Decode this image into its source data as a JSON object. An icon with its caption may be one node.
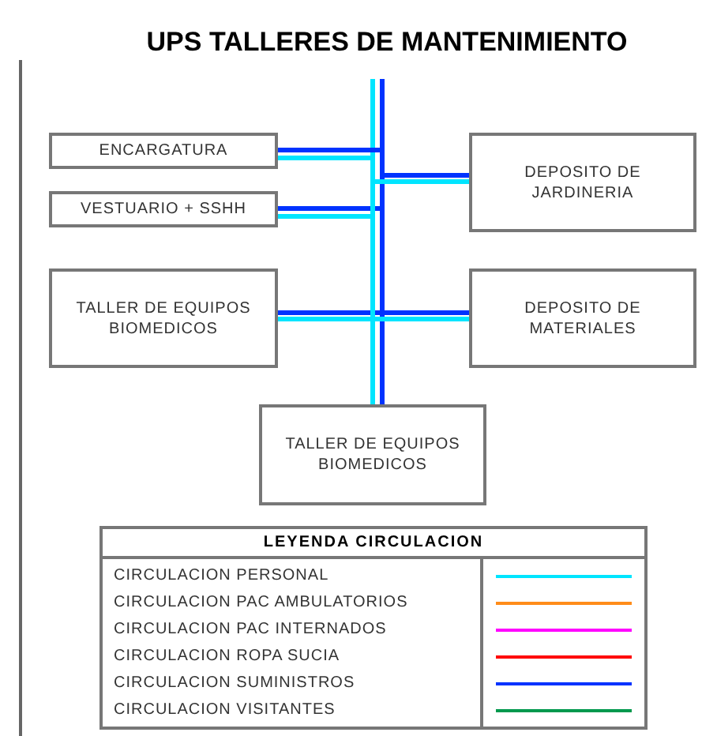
{
  "diagram": {
    "title": "UPS TALLERES DE MANTENIMIENTO",
    "nodes": [
      {
        "text": [
          "ENCARGATURA"
        ]
      },
      {
        "text": [
          "VESTUARIO + SSHH"
        ]
      },
      {
        "text": [
          "TALLER DE EQUIPOS BIOMEDICOS"
        ]
      },
      {
        "text": [
          "DEPOSITO DE JARDINERIA"
        ]
      },
      {
        "text": [
          "DEPOSITO DE MATERIALES"
        ]
      },
      {
        "text": [
          "TALLER DE EQUIPOS BIOMEDICOS"
        ]
      }
    ],
    "edges": [
      {
        "from": null,
        "to": 5,
        "arrow": "none",
        "color": "#00e5ff"
      },
      {
        "from": null,
        "to": 5,
        "arrow": "none",
        "color": "#0033ff"
      },
      {
        "from": 0,
        "to": 5,
        "arrow": "none",
        "color": "#0033ff"
      },
      {
        "from": 0,
        "to": 5,
        "arrow": "none",
        "color": "#00e5ff"
      },
      {
        "from": 1,
        "to": 5,
        "arrow": "none",
        "color": "#0033ff"
      },
      {
        "from": 1,
        "to": 5,
        "arrow": "none",
        "color": "#00e5ff"
      },
      {
        "from": 2,
        "to": 5,
        "arrow": "none",
        "color": "#0033ff"
      },
      {
        "from": 2,
        "to": 5,
        "arrow": "none",
        "color": "#00e5ff"
      },
      {
        "from": 3,
        "to": 5,
        "arrow": "none",
        "color": "#0033ff"
      },
      {
        "from": 3,
        "to": 5,
        "arrow": "none",
        "color": "#00e5ff"
      },
      {
        "from": 4,
        "to": 5,
        "arrow": "none",
        "color": "#0033ff"
      },
      {
        "from": 4,
        "to": 5,
        "arrow": "none",
        "color": "#00e5ff"
      }
    ],
    "labels": [
      "LEYENDA CIRCULACION"
    ],
    "legend": [
      {
        "text": "CIRCULACION PERSONAL",
        "color": "#00e5ff"
      },
      {
        "text": "CIRCULACION PAC AMBULATORIOS",
        "color": "#ff8c1a"
      },
      {
        "text": "CIRCULACION PAC INTERNADOS",
        "color": "#ff00ff"
      },
      {
        "text": "CIRCULACION ROPA SUCIA",
        "color": "#ff0000"
      },
      {
        "text": "CIRCULACION SUMINISTROS",
        "color": "#0033ff"
      },
      {
        "text": "CIRCULACION VISITANTES",
        "color": "#00994d"
      }
    ]
  }
}
